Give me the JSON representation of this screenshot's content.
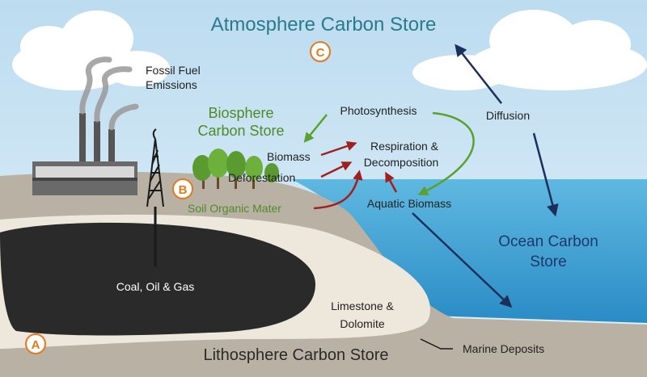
{
  "atmosphere_title": "Atmosphere Carbon Store",
  "marker_c": "C",
  "fossil_fuel_line1": "Fossil Fuel",
  "fossil_fuel_line2": "Emissions",
  "biosphere_line1": "Biosphere",
  "biosphere_line2": "Carbon Store",
  "photosynthesis": "Photosynthesis",
  "diffusion": "Diffusion",
  "biomass": "Biomass",
  "respiration_line1": "Respiration &",
  "respiration_line2": "Decomposition",
  "deforestation": "Deforestation",
  "marker_b": "B",
  "soil_organic": "Soil Organic Mater",
  "aquatic_biomass": "Aquatic Biomass",
  "ocean_line1": "Ocean Carbon",
  "ocean_line2": "Store",
  "coal_oil_gas": "Coal, Oil & Gas",
  "limestone_line1": "Limestone &",
  "limestone_line2": "Dolomite",
  "marker_a": "A",
  "lithosphere_title": "Lithosphere Carbon Store",
  "marine_deposits": "Marine Deposits",
  "colors": {
    "title_teal": "#2b7a8c",
    "biosphere_green": "#4f8a2a",
    "marker_orange": "#e07b1f",
    "red_arrow": "#a02020",
    "green_arrow": "#5aa02c",
    "navy_arrow": "#1c2f5a"
  }
}
